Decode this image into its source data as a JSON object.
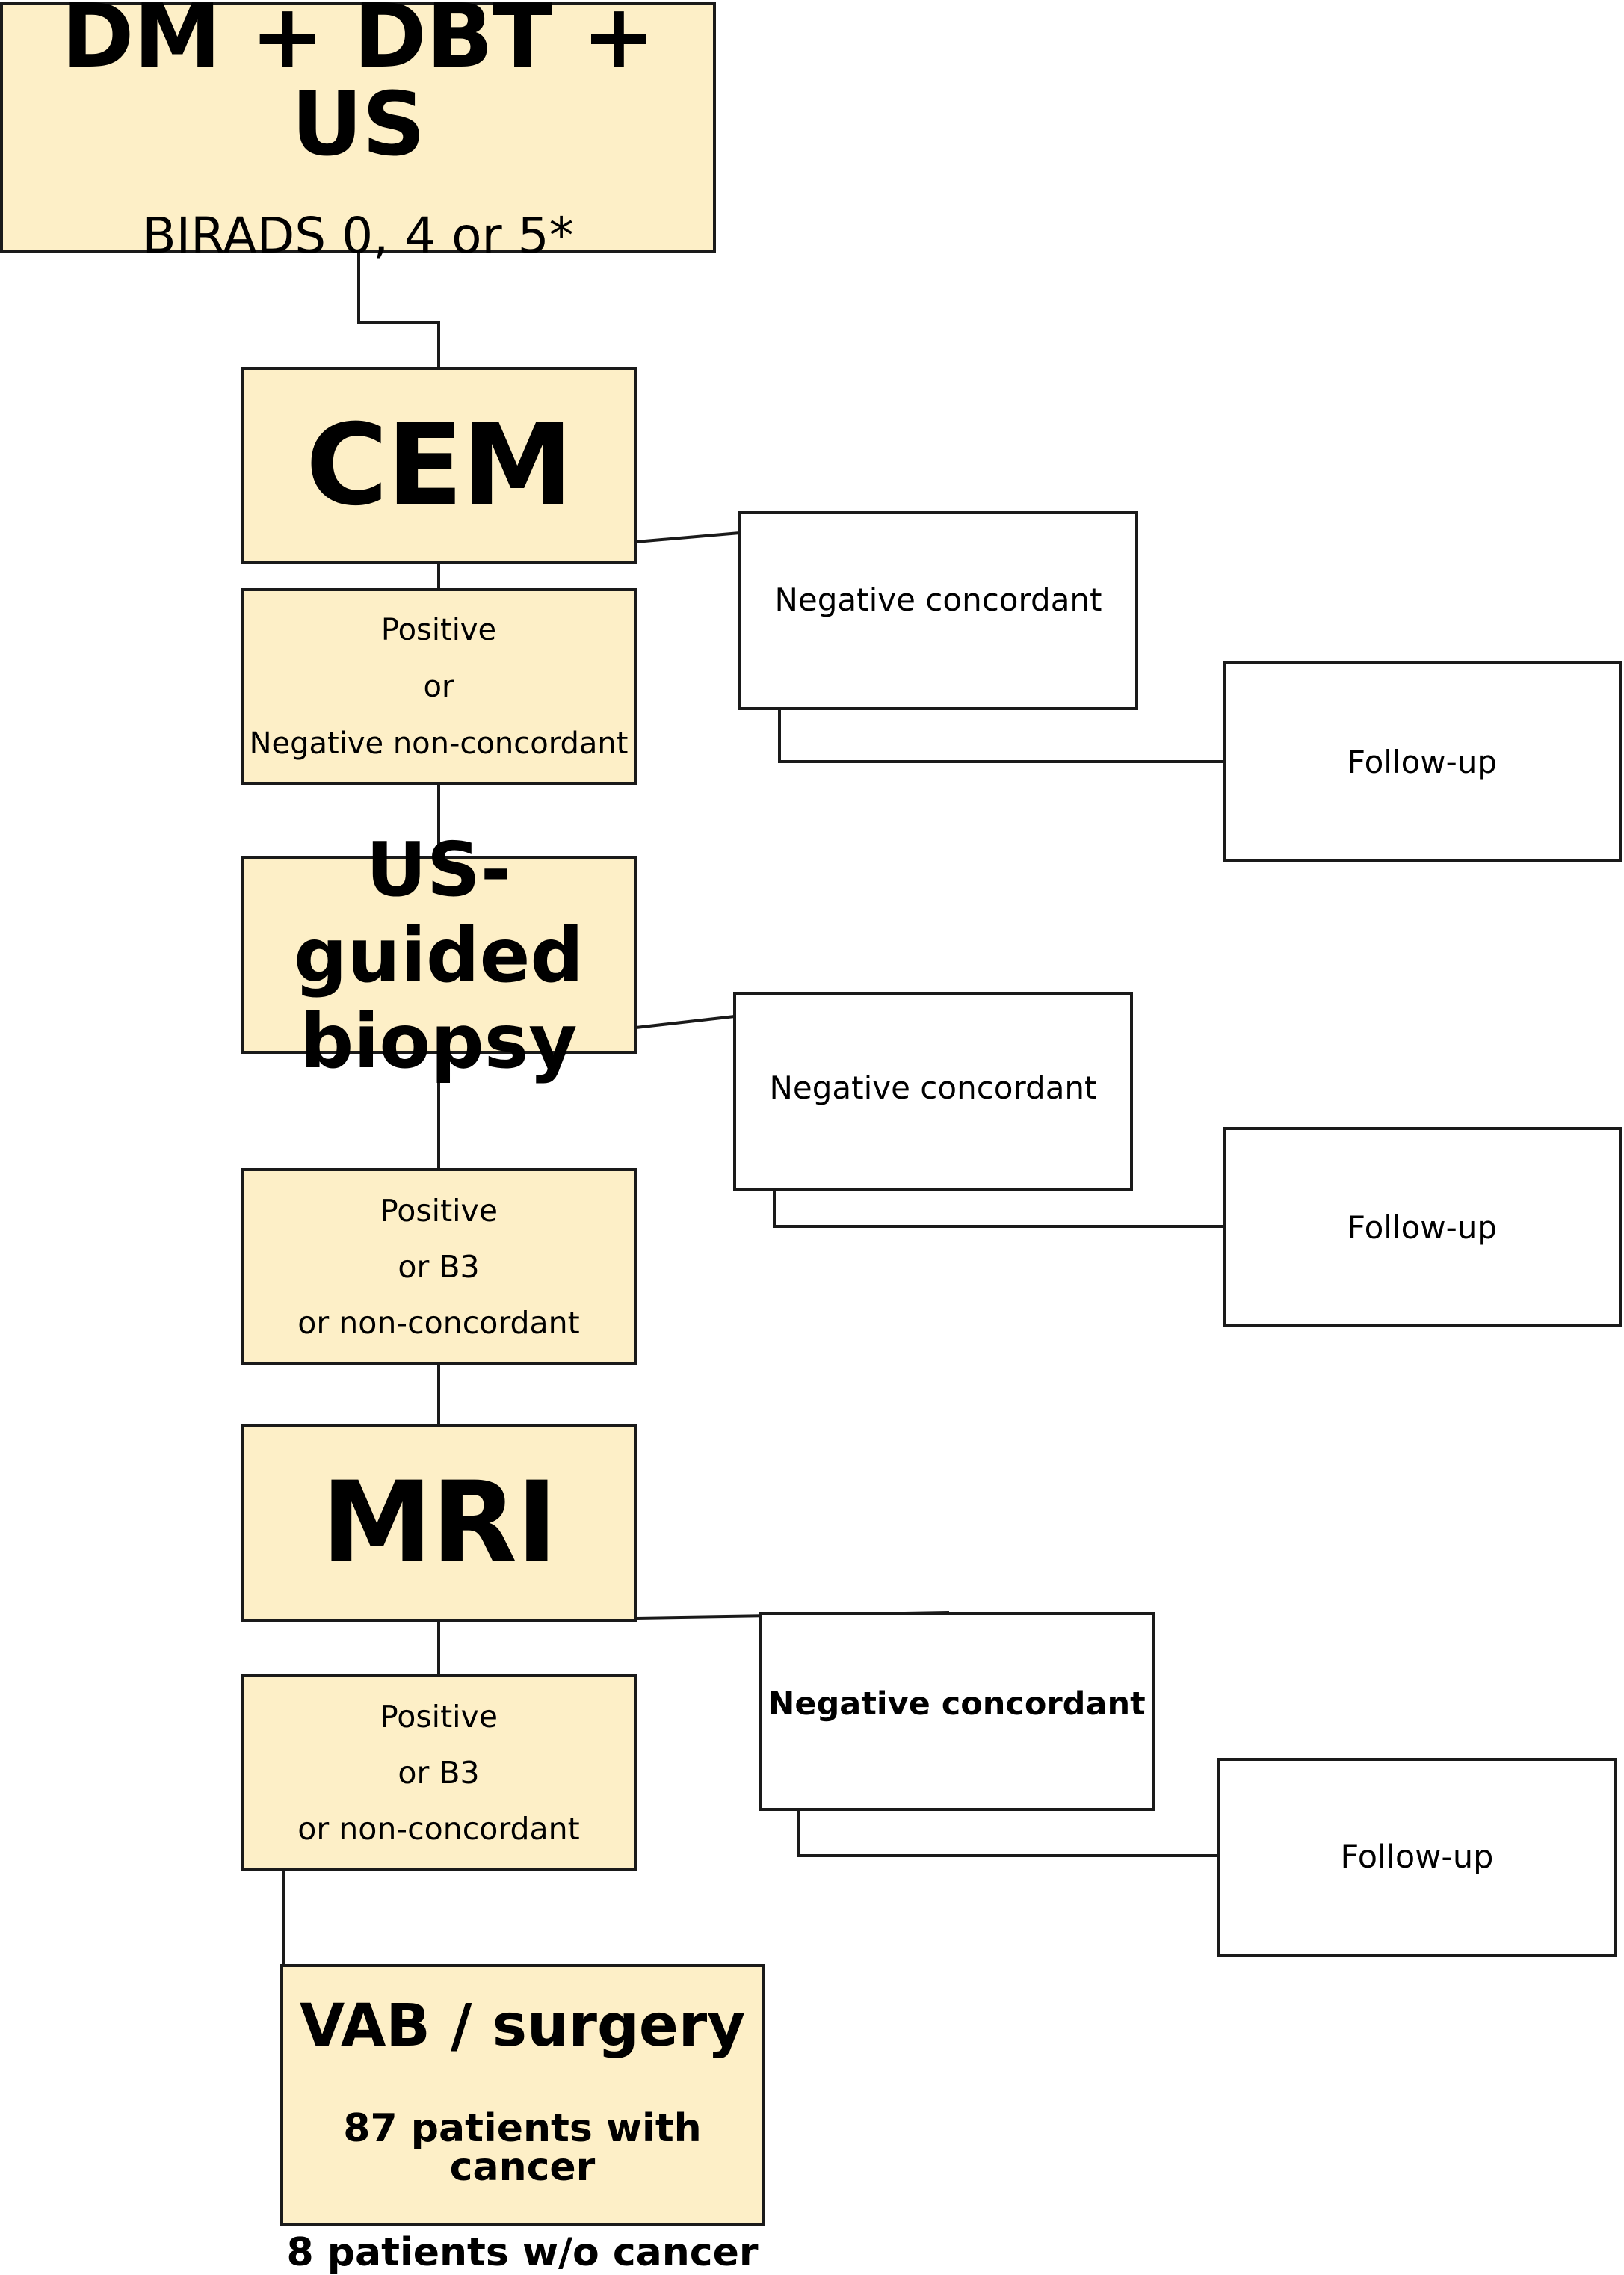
{
  "boxes": {
    "initial": {
      "title": "DM + DBT + US",
      "subtitle": "BIRADS 0, 4 or 5*"
    },
    "cem": {
      "title": "CEM"
    },
    "cem_result": {
      "lines": [
        "Positive",
        "or",
        "Negative non-concordant"
      ]
    },
    "cem_negative": {
      "label": "Negative concordant"
    },
    "cem_followup": {
      "label": "Follow-up"
    },
    "biopsy": {
      "lines": [
        "US-guided",
        "biopsy"
      ]
    },
    "biopsy_result": {
      "lines": [
        "Positive",
        "or B3",
        "or non-concordant"
      ]
    },
    "biopsy_negative": {
      "label": "Negative concordant"
    },
    "biopsy_followup": {
      "label": "Follow-up"
    },
    "mri": {
      "title": "MRI"
    },
    "mri_result": {
      "lines": [
        "Positive",
        "or B3",
        "or non-concordant"
      ]
    },
    "mri_negative": {
      "label": "Negative concordant"
    },
    "mri_followup": {
      "label": "Follow-up"
    },
    "vab": {
      "title": "VAB / surgery",
      "lines": [
        "87 patients with cancer",
        "8 patients w/o cancer"
      ]
    }
  },
  "colors": {
    "fill": "#fdefc7",
    "border": "#1a1a1a"
  }
}
